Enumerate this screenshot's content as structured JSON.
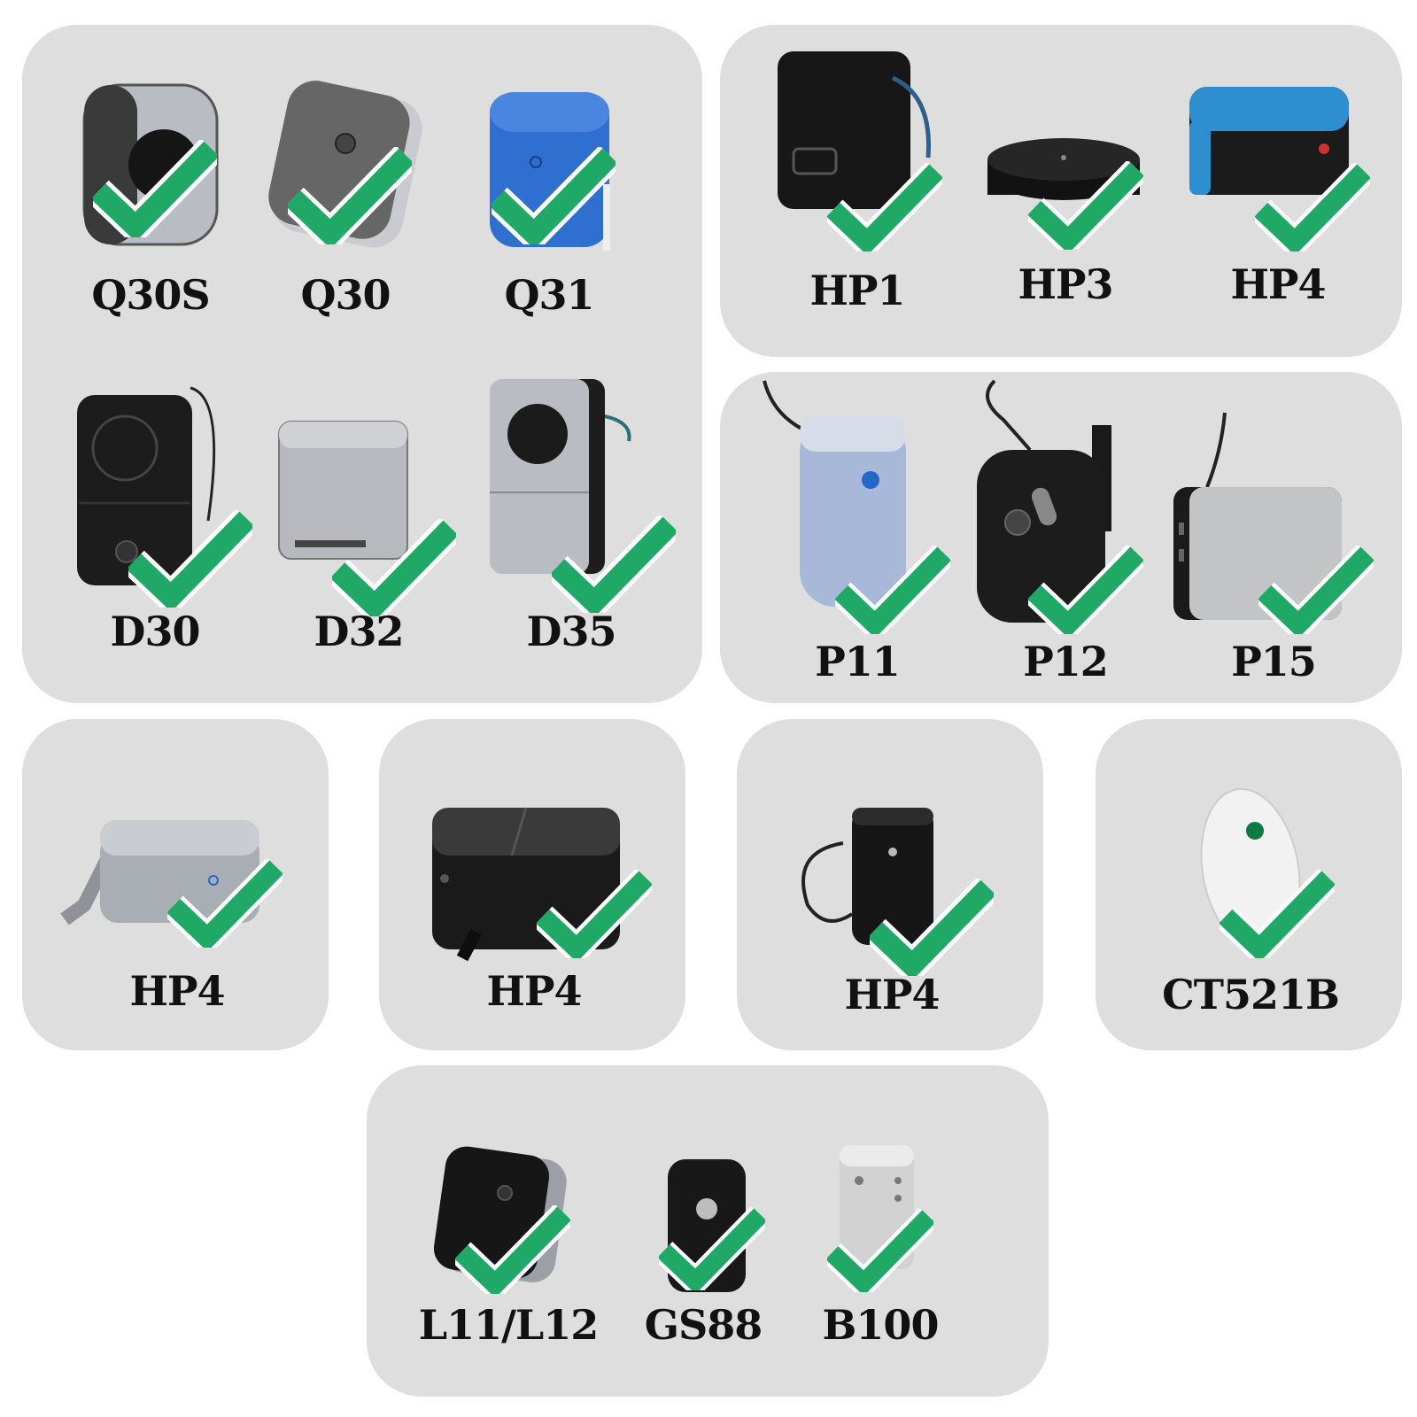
{
  "colors": {
    "panel_bg": "#dedede",
    "check": "#1fa866",
    "check_outline": "#ffffff",
    "device_dark": "#1c1c1c",
    "device_silver": "#b9bcc2",
    "device_blue": "#2f6fd0",
    "device_light_blue": "#9fb3d6",
    "device_teal_blue": "#2e8fd0"
  },
  "icons": {
    "check": "check-mark-icon"
  },
  "panels": [
    {
      "id": "q-d-series",
      "items": [
        {
          "label": "Q30S",
          "device": "printer-q30s-icon"
        },
        {
          "label": "Q30",
          "device": "printer-q30-icon"
        },
        {
          "label": "Q31",
          "device": "printer-q31-icon"
        },
        {
          "label": "D30",
          "device": "printer-d30-icon"
        },
        {
          "label": "D32",
          "device": "printer-d32-icon"
        },
        {
          "label": "D35",
          "device": "printer-d35-icon"
        }
      ]
    },
    {
      "id": "hp-series",
      "items": [
        {
          "label": "HP1",
          "device": "printer-hp1-icon"
        },
        {
          "label": "HP3",
          "device": "printer-hp3-icon"
        },
        {
          "label": "HP4",
          "device": "printer-hp4-icon"
        }
      ]
    },
    {
      "id": "p-series",
      "items": [
        {
          "label": "P11",
          "device": "printer-p11-icon"
        },
        {
          "label": "P12",
          "device": "printer-p12-icon"
        },
        {
          "label": "P15",
          "device": "printer-p15-icon"
        }
      ]
    },
    {
      "id": "single-1",
      "items": [
        {
          "label": "HP4",
          "device": "printer-hp4-silver-icon"
        }
      ]
    },
    {
      "id": "single-2",
      "items": [
        {
          "label": "HP4",
          "device": "printer-hp4-black-icon"
        }
      ]
    },
    {
      "id": "single-3",
      "items": [
        {
          "label": "HP4",
          "device": "printer-hp4-strap-icon"
        }
      ]
    },
    {
      "id": "single-4",
      "items": [
        {
          "label": "CT521B",
          "device": "printer-ct521b-icon"
        }
      ]
    },
    {
      "id": "l-gs-b-series",
      "items": [
        {
          "label": "L11/L12",
          "device": "printer-l11-l12-icon"
        },
        {
          "label": "GS88",
          "device": "printer-gs88-icon"
        },
        {
          "label": "B100",
          "device": "printer-b100-icon"
        }
      ]
    }
  ]
}
